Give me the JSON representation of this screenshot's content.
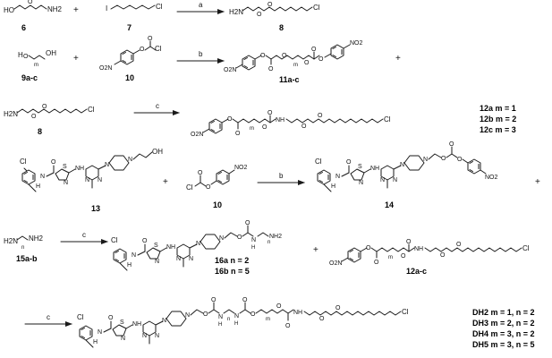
{
  "atoms": {
    "HO": "HO",
    "OH": "OH",
    "O": "O",
    "NH2": "NH2",
    "H2N": "H2N",
    "I": "I",
    "Cl": "Cl",
    "NO2": "NO2",
    "O2N": "O2N",
    "N": "N",
    "S": "S",
    "H": "H",
    "HN": "HN",
    "NH": "NH",
    "H_sub": "H"
  },
  "subscripts": {
    "m": "m",
    "n": "n"
  },
  "reagent_letters": {
    "a": "a",
    "b": "b",
    "c": "c"
  },
  "plus": "+",
  "compound_labels": {
    "c6": "6",
    "c7": "7",
    "c8": "8",
    "c8b": "8",
    "c9": "9a-c",
    "c10": "10",
    "c10b": "10",
    "c11": "11a-c",
    "c13": "13",
    "c14": "14",
    "c15": "15a-b",
    "c12ac": "12a-c"
  },
  "series_labels": {
    "s12a": "12a m = 1",
    "s12b": "12b m = 2",
    "s12c": "12c m = 3",
    "s16a": "16a n = 2",
    "s16b": "16b n = 5",
    "dh2": "DH2 m = 1, n = 2",
    "dh3": "DH3 m = 2, n = 2",
    "dh4": "DH4 m = 3, n = 2",
    "dh5": "DH5 m = 3, n = 5"
  }
}
